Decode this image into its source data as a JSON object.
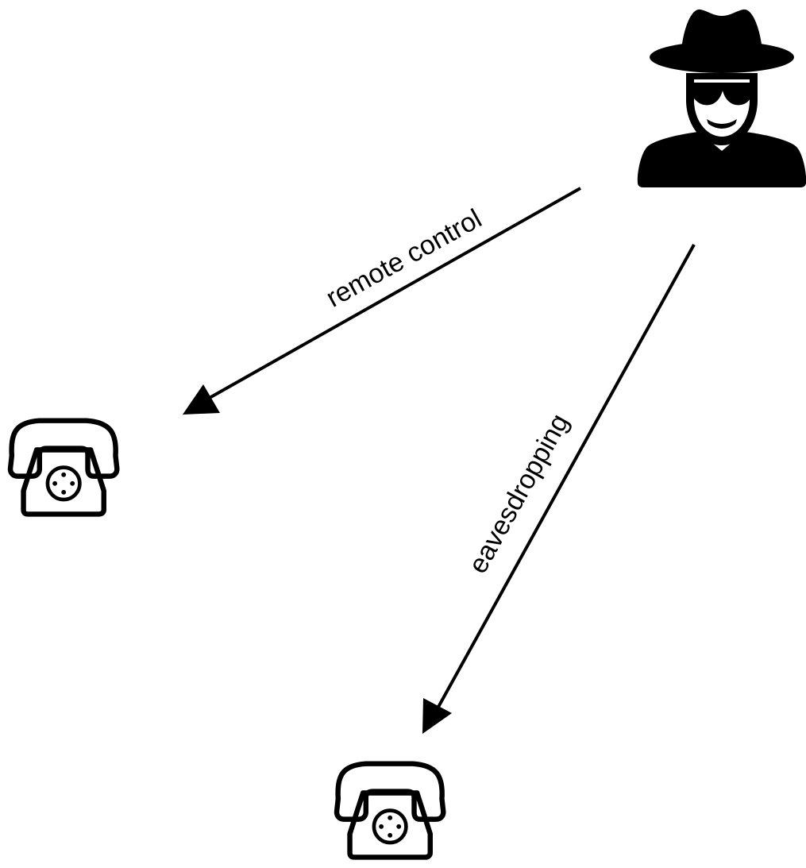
{
  "colors": {
    "ink": "#000000",
    "background": "#ffffff"
  },
  "nodes": [
    {
      "id": "attacker",
      "icon": "spy-icon"
    },
    {
      "id": "phone-a",
      "icon": "telephone-icon"
    },
    {
      "id": "phone-b",
      "icon": "telephone-icon"
    }
  ],
  "edges": [
    {
      "from": "attacker",
      "to": "phone-a",
      "label": "remote control"
    },
    {
      "from": "attacker",
      "to": "phone-b",
      "label": "eavesdropping"
    }
  ]
}
